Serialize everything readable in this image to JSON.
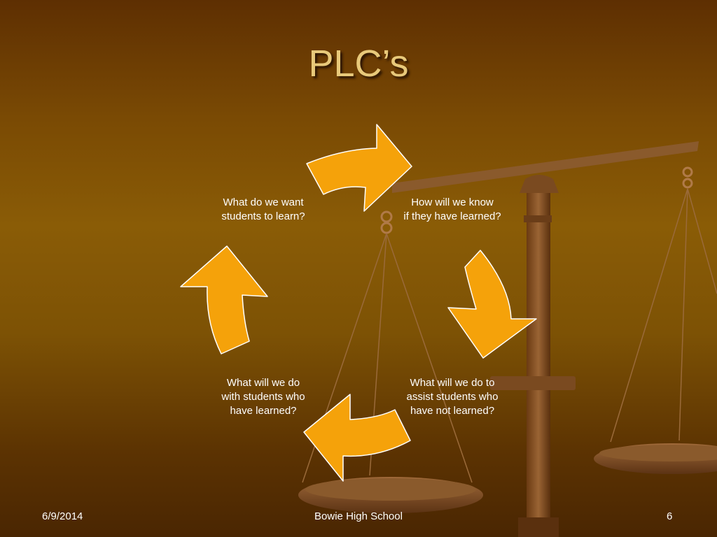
{
  "slide": {
    "title": "PLC’s",
    "cycle": {
      "steps": [
        "What do we want\nstudents to learn?",
        "How will we know\nif they have learned?",
        "What will we do to\nassist students who\nhave not learned?",
        "What will we do\nwith students who\nhave learned?"
      ]
    },
    "footer": {
      "date": "6/9/2014",
      "center": "Bowie High School",
      "page": "6"
    },
    "colors": {
      "arrow": "#f5a20a",
      "title": "#e8c97a",
      "background": "#7a4a04"
    }
  }
}
